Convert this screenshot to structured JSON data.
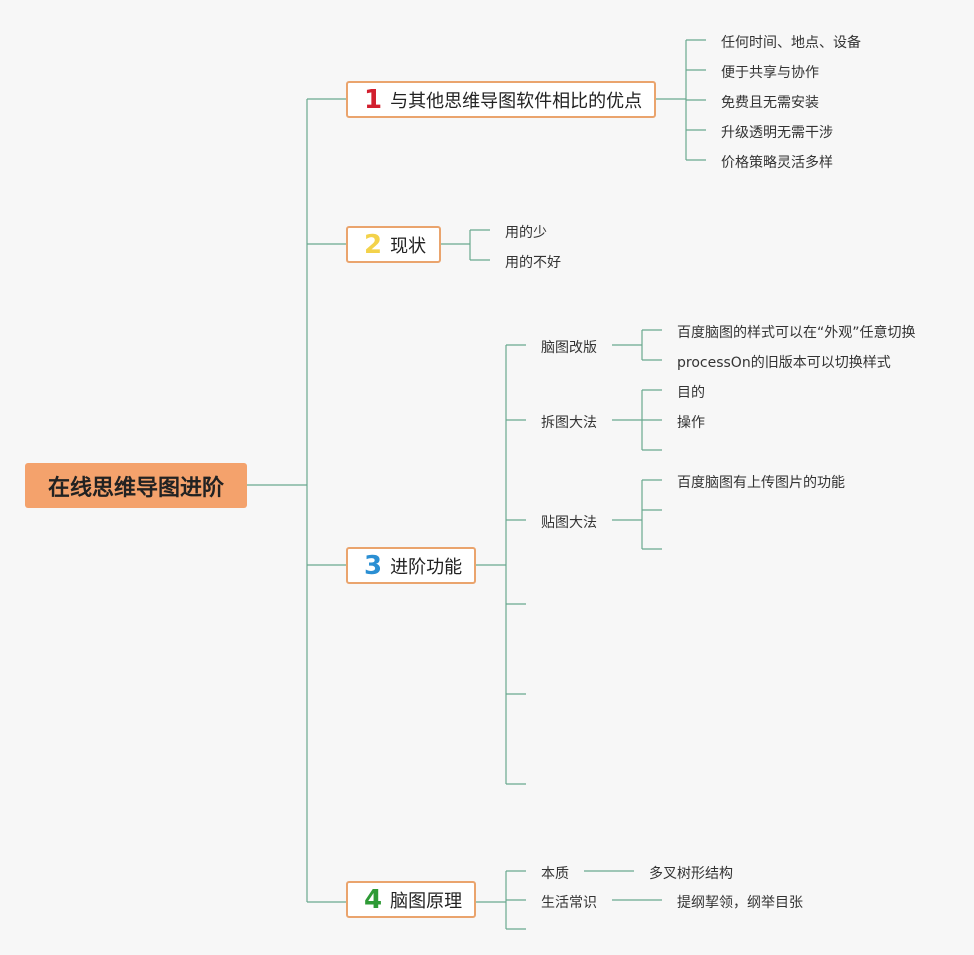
{
  "root": "在线思维导图进阶",
  "branches": [
    {
      "number": "1",
      "label": "与其他思维导图软件相比的优点",
      "leaves": [
        "任何时间、地点、设备",
        "便于共享与协作",
        "免费且无需安装",
        "升级透明无需干涉",
        "价格策略灵活多样"
      ]
    },
    {
      "number": "2",
      "label": "现状",
      "leaves": [
        "用的少",
        "用的不好"
      ]
    },
    {
      "number": "3",
      "label": "进阶功能",
      "subs": [
        {
          "label": "脑图改版",
          "leaves": [
            "百度脑图的样式可以在“外观”任意切换",
            "processOn的旧版本可以切换样式"
          ]
        },
        {
          "label": "拆图大法",
          "leaves": [
            "目的",
            "操作"
          ]
        },
        {
          "label": "贴图大法",
          "leaves": [
            "百度脑图有上传图片的功能"
          ]
        }
      ]
    },
    {
      "number": "4",
      "label": "脑图原理",
      "subs": [
        {
          "label": "本质",
          "leaves": [
            "多叉树形结构"
          ]
        },
        {
          "label": "生活常识",
          "leaves": [
            "提纲挈领，纲举目张"
          ]
        }
      ]
    }
  ],
  "colors": {
    "line": "#6aa88e",
    "root_fill": "#f4a26c",
    "branch_border": "#eaa46d"
  }
}
